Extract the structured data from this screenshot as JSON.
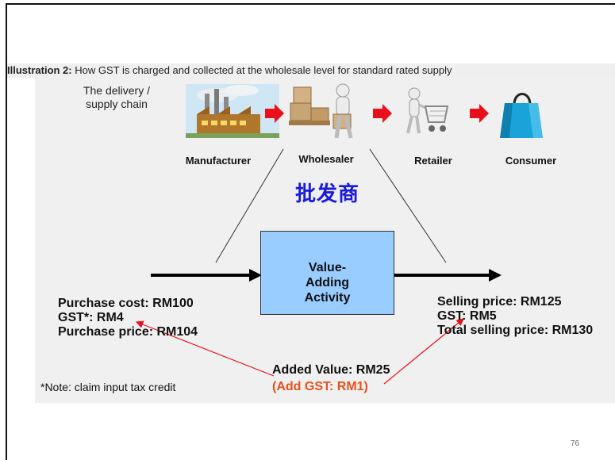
{
  "title": {
    "prefix": "Illustration 2:",
    "text": " How GST is charged and collected at the wholesale level for standard rated supply"
  },
  "chain_label": [
    "The delivery /",
    "supply chain"
  ],
  "stages": [
    {
      "label": "Manufacturer",
      "icon": "factory-icon"
    },
    {
      "label": "Wholesaler",
      "icon": "wholesaler-boxes-icon"
    },
    {
      "label": "Retailer",
      "icon": "shopping-cart-icon"
    },
    {
      "label": "Consumer",
      "icon": "shopping-bag-icon"
    }
  ],
  "chinese_label": "批发商",
  "value_box": [
    "Value-",
    "Adding",
    "Activity"
  ],
  "purchase": [
    "Purchase cost: RM100",
    "GST*: RM4",
    "Purchase price: RM104"
  ],
  "selling": [
    "Selling price: RM125",
    "GST: RM5",
    "Total selling price: RM130"
  ],
  "added_value": "Added Value: RM25",
  "added_gst": "(Add GST: RM1)",
  "note": "*Note: claim input tax credit",
  "page_number": "76",
  "colors": {
    "arrow_red": "#e8101a",
    "box_blue": "#99ccff",
    "chinese_blue": "#1a1adb",
    "gst_orange": "#e8501a"
  }
}
